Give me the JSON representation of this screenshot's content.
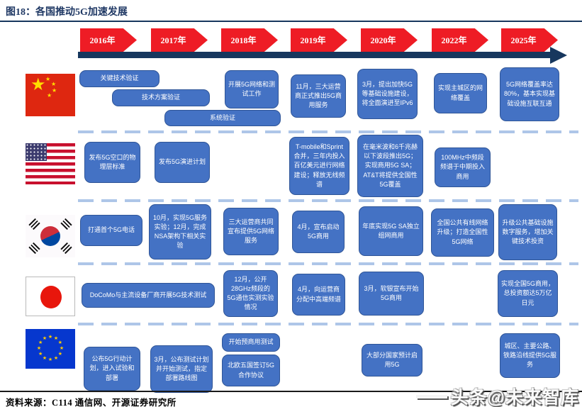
{
  "figure": {
    "title": "图18：各国推动5G加速发展",
    "source": "资料来源：C114 通信网、开源证券研究所",
    "watermark": "头条@未来智库"
  },
  "timeline": {
    "years": [
      "2016年",
      "2017年",
      "2018年",
      "2019年",
      "2020年",
      "2022年",
      "2025年"
    ]
  },
  "rows": [
    {
      "country": "中国",
      "flag": "china-flag",
      "events": [
        {
          "year": "2016年",
          "text": "关键技术验证"
        },
        {
          "year": "2016-2017年",
          "text": "技术方案验证"
        },
        {
          "year": "2017-2018年",
          "text": "系统验证"
        },
        {
          "year": "2018年",
          "text": "开展5G网络和测试工作"
        },
        {
          "year": "2019年",
          "text": "11月，三大运营商正式推出5G商用服务"
        },
        {
          "year": "2020年",
          "text": "3月，提出加快5G等基础设施建设，将全面演进至IPv6"
        },
        {
          "year": "2022年",
          "text": "实现主城区的网络覆盖"
        },
        {
          "year": "2025年",
          "text": "5G网络覆盖率达80%，基本实现基础设施互联互通"
        }
      ]
    },
    {
      "country": "美国",
      "flag": "usa-flag",
      "events": [
        {
          "year": "2016年",
          "text": "发布5G空口的物理层标准"
        },
        {
          "year": "2017年",
          "text": "发布5G演进计划"
        },
        {
          "year": "2019年",
          "text": "T-mobile和Sprint合并，三年内投入百亿美元进行网络建设；释放无线频谱"
        },
        {
          "year": "2020年",
          "text": "在毫米波和6千兆赫以下波段推出5G；实现商用5G SA；AT&T将提供全国性5G覆盖"
        },
        {
          "year": "2022年",
          "text": "100MHz中频段频谱于中期投入商用"
        }
      ]
    },
    {
      "country": "韩国",
      "flag": "korea-flag",
      "events": [
        {
          "year": "2016年",
          "text": "打通首个5G电话"
        },
        {
          "year": "2017年",
          "text": "10月，实现5G服务实验；12月，完成NSA架构下相关实验"
        },
        {
          "year": "2018年",
          "text": "三大运营商共同宣布提供5G网络服务"
        },
        {
          "year": "2019年",
          "text": "4月，宣布启动5G商用"
        },
        {
          "year": "2020年",
          "text": "年底实现5G SA独立组网商用"
        },
        {
          "year": "2022年",
          "text": "全国公共有线网络升级；打造全国性5G网络"
        },
        {
          "year": "2025年",
          "text": "升级公共基础设施数字服务，增加关键技术投资"
        }
      ]
    },
    {
      "country": "日本",
      "flag": "japan-flag",
      "events": [
        {
          "year": "2016-2017年",
          "text": "DoCoMo与主流设备厂商开展5G技术测试"
        },
        {
          "year": "2018年",
          "text": "12月，公开28GHz频段的5G通信实测实验情况"
        },
        {
          "year": "2019年",
          "text": "4月，向运营商分配中高端频谱"
        },
        {
          "year": "2020年",
          "text": "3月，软银宣布开始5G商用"
        },
        {
          "year": "2025年",
          "text": "实现全国5G商用，总投资额达5万亿日元"
        }
      ]
    },
    {
      "country": "欧盟",
      "flag": "eu-flag",
      "events": [
        {
          "year": "2016年",
          "text": "公布5G行动计划，进入试验和部署"
        },
        {
          "year": "2017年",
          "text": "3月，公布测试计划并开始测试，指定部署路线图"
        },
        {
          "year": "2018年",
          "text": "开始预商用测试"
        },
        {
          "year": "2018年",
          "text": "北欧五国签订5G合作协议"
        },
        {
          "year": "2020年",
          "text": "大部分国家预计启用5G"
        },
        {
          "year": "2025年",
          "text": "城区、主要公路、铁路沿线提供5G服务"
        }
      ]
    }
  ],
  "colors": {
    "event_box_blue": "#4472C4",
    "year_arrow_red": "#EE1C25",
    "timeline_navy": "#17375E",
    "title_navy": "#1F3864",
    "separator_light_blue": "#AEC6E8"
  }
}
